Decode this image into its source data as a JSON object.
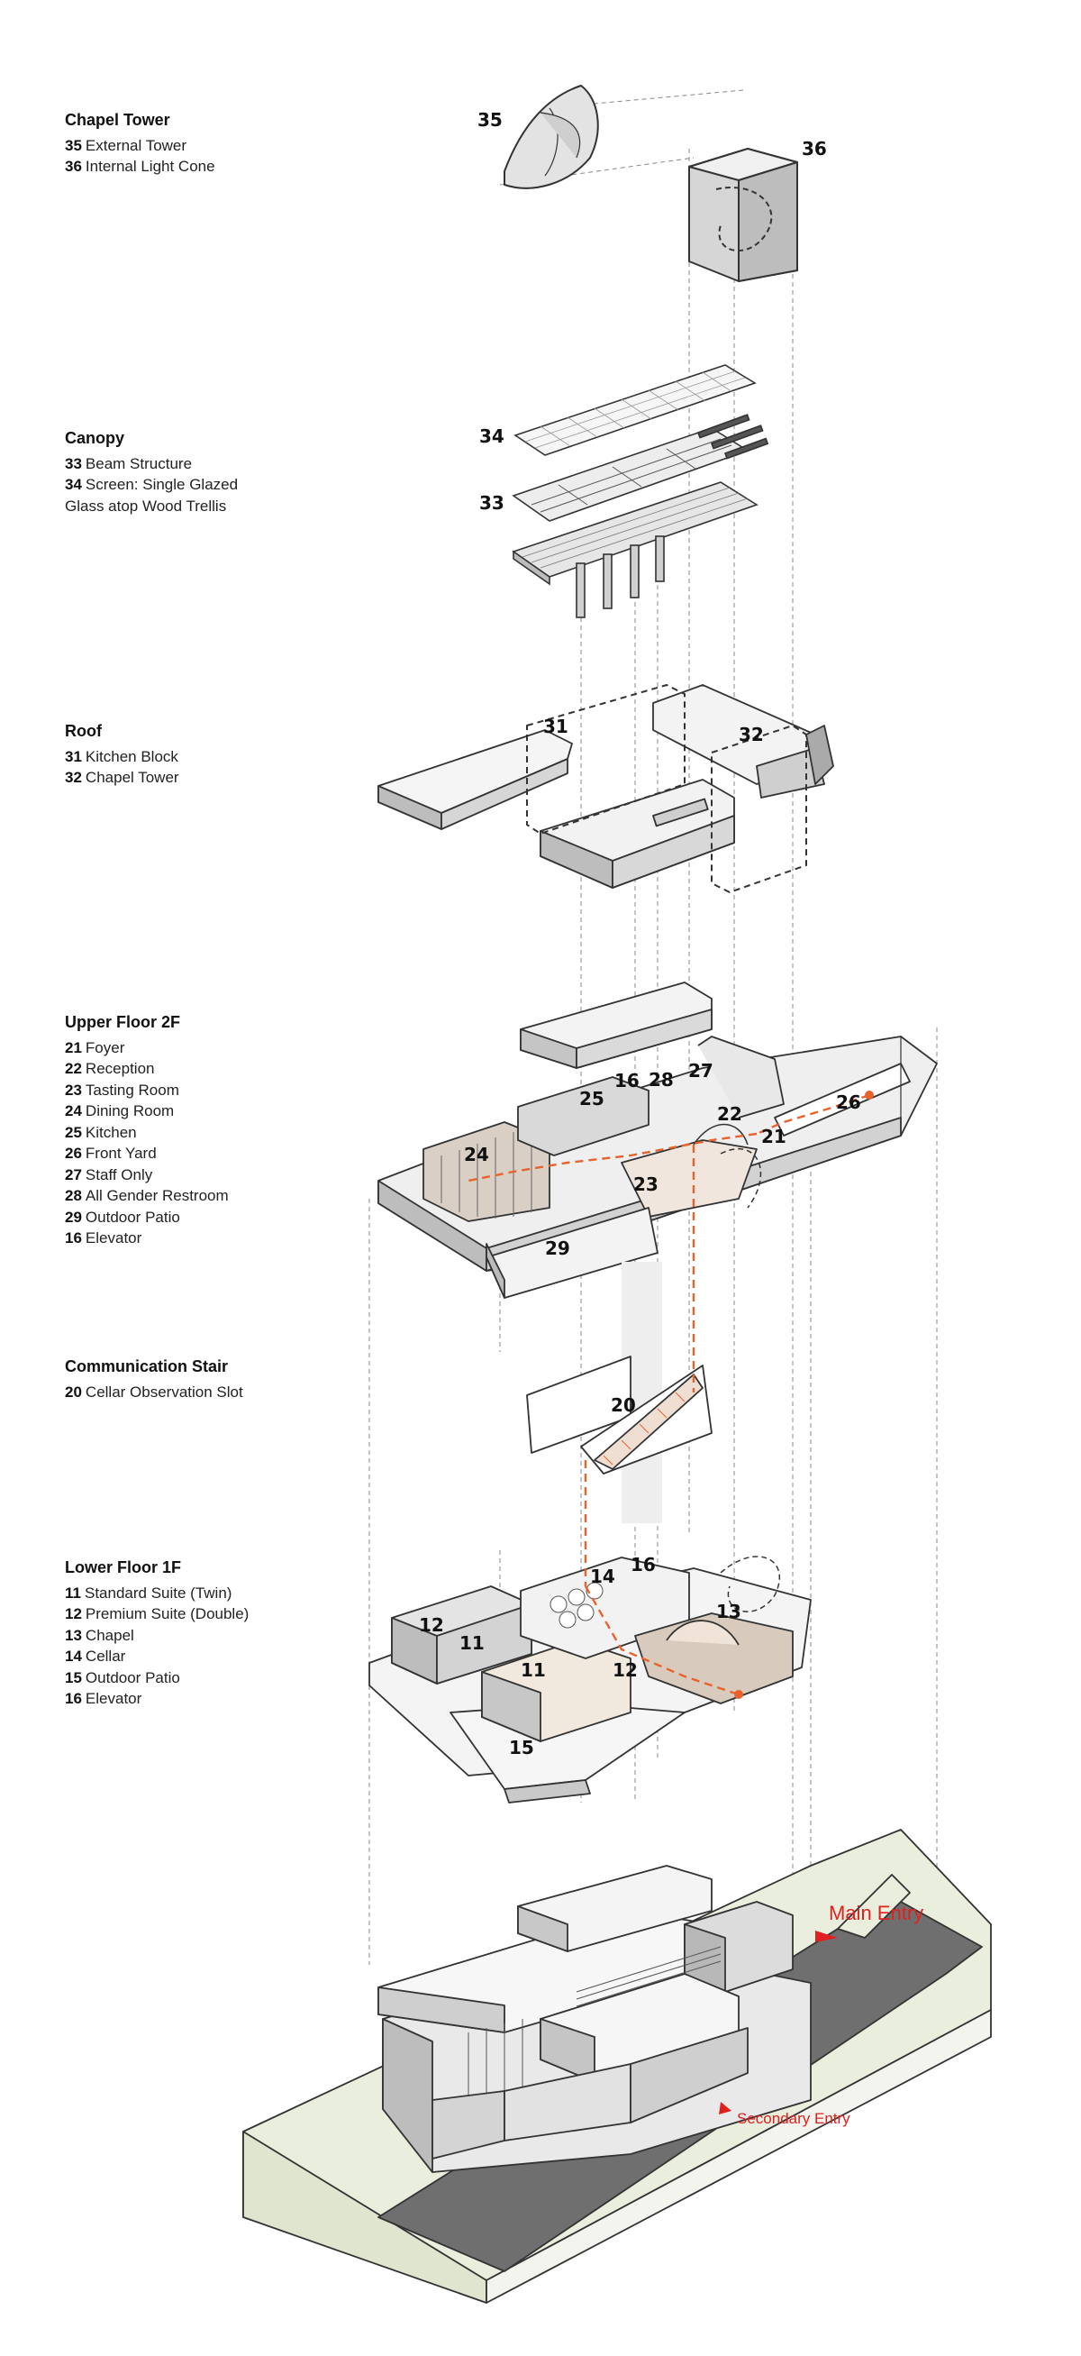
{
  "sections": [
    {
      "title": "Chapel Tower",
      "items": [
        {
          "num": "35",
          "label": "External Tower"
        },
        {
          "num": "36",
          "label": "Internal Light Cone"
        }
      ]
    },
    {
      "title": "Canopy",
      "items": [
        {
          "num": "33",
          "label": "Beam Structure"
        },
        {
          "num": "34",
          "label": "Screen: Single Glazed"
        },
        {
          "num": "",
          "label": "Glass atop Wood Trellis"
        }
      ]
    },
    {
      "title": "Roof",
      "items": [
        {
          "num": "31",
          "label": "Kitchen Block"
        },
        {
          "num": "32",
          "label": "Chapel Tower"
        }
      ]
    },
    {
      "title": "Upper Floor 2F",
      "items": [
        {
          "num": "21",
          "label": "Foyer"
        },
        {
          "num": "22",
          "label": "Reception"
        },
        {
          "num": "23",
          "label": "Tasting Room"
        },
        {
          "num": "24",
          "label": "Dining Room"
        },
        {
          "num": "25",
          "label": "Kitchen"
        },
        {
          "num": "26",
          "label": "Front Yard"
        },
        {
          "num": "27",
          "label": "Staff Only"
        },
        {
          "num": "28",
          "label": "All Gender Restroom"
        },
        {
          "num": "29",
          "label": "Outdoor Patio"
        },
        {
          "num": "16",
          "label": "Elevator"
        }
      ]
    },
    {
      "title": "Communication Stair",
      "items": [
        {
          "num": "20",
          "label": "Cellar Observation Slot"
        }
      ]
    },
    {
      "title": "Lower Floor 1F",
      "items": [
        {
          "num": "11",
          "label": "Standard Suite (Twin)"
        },
        {
          "num": "12",
          "label": "Premium Suite (Double)"
        },
        {
          "num": "13",
          "label": "Chapel"
        },
        {
          "num": "14",
          "label": "Cellar"
        },
        {
          "num": "15",
          "label": "Outdoor Patio"
        },
        {
          "num": "16",
          "label": "Elevator"
        }
      ]
    }
  ],
  "callouts": {
    "n35": "35",
    "n36": "36",
    "n34": "34",
    "n33": "33",
    "n31": "31",
    "n32": "32",
    "n25": "25",
    "n16a": "16",
    "n28": "28",
    "n27": "27",
    "n22": "22",
    "n26": "26",
    "n24": "24",
    "n21": "21",
    "n23": "23",
    "n29": "29",
    "n20": "20",
    "n14": "14",
    "n16b": "16",
    "n13": "13",
    "n12a": "12",
    "n11a": "11",
    "n11b": "11",
    "n12b": "12",
    "n15": "15"
  },
  "entries": {
    "main": "Main Entry",
    "secondary": "Secondary Entry"
  },
  "colors": {
    "line": "#333333",
    "wall": "#d9d9d9",
    "wall_dark": "#a9a9a9",
    "floor": "#f4f4f4",
    "circulation": "#e8622c",
    "entry": "#e02020",
    "terrain": "#e9eedd",
    "road": "#6f6f6f"
  }
}
